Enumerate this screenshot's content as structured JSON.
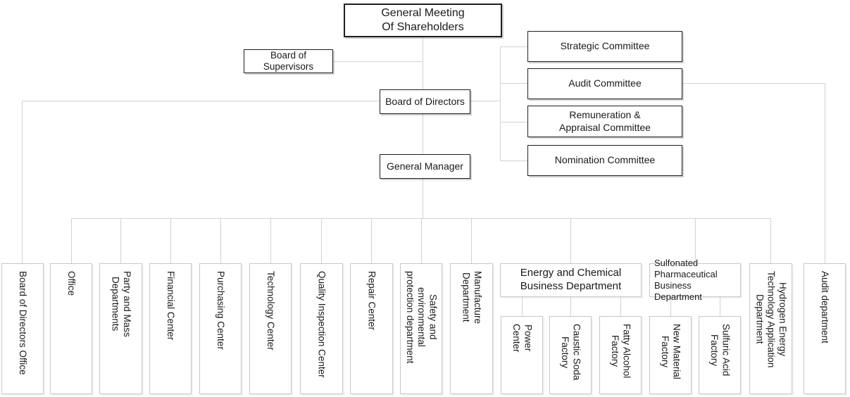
{
  "chart": {
    "general_meeting": "General Meeting\nOf Shareholders",
    "board_of_supervisors": "Board of\nSupervisors",
    "board_of_directors": "Board of Directors",
    "general_manager": "General Manager",
    "committees": [
      "Strategic Committee",
      "Audit Committee",
      "Remuneration &\nAppraisal Committee",
      "Nomination Committee"
    ],
    "departments": [
      "Board of Directors Office",
      "Office",
      "Party and Mass\nDepartments",
      "Financial Center",
      "Purchasing Center",
      "Technology Center",
      "Quality Inspection Center",
      "Repair Center",
      "Safety and\nenvironmental\nprotection department",
      "Manufacture\nDepartment",
      "Hydrogen Energy\nTechnology Application\nDepartment",
      "Audit department"
    ],
    "business_units": [
      {
        "label": "Energy and Chemical\nBusiness Department",
        "children": [
          "Power\nCenter",
          "Caustic Soda\nFactory",
          "Fatty Alcohol\nFactory"
        ]
      },
      {
        "label": "Sulfonated\nPharmaceutical\nBusiness Department",
        "children": [
          "New Material\nFactory",
          "Sulfuric Acid\nFactory"
        ]
      }
    ],
    "colors": {
      "background": "#ffffff",
      "box_border_dark": "#1f1f1f",
      "box_border_light": "#c8c8c8",
      "connector": "#d2d2d2",
      "text": "#1a1a1a"
    }
  }
}
